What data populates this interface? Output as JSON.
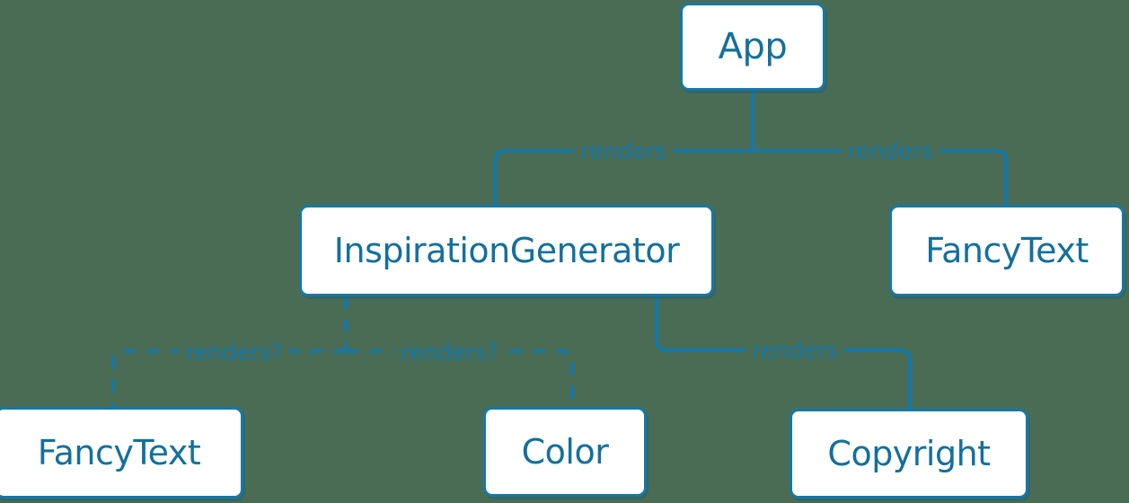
{
  "diagram": {
    "type": "component-tree",
    "background_color": "#4a6c54",
    "accent_color": "#1478a8",
    "node_fill_color": "#ffffff",
    "node_text_color": "#13709c",
    "nodes": [
      {
        "id": "app",
        "label": "App"
      },
      {
        "id": "inspgen",
        "label": "InspirationGenerator"
      },
      {
        "id": "fancy_right",
        "label": "FancyText"
      },
      {
        "id": "fancy_left",
        "label": "FancyText"
      },
      {
        "id": "color",
        "label": "Color"
      },
      {
        "id": "copyright",
        "label": "Copyright"
      }
    ],
    "edges": [
      {
        "id": "app-inspgen",
        "from": "app",
        "to": "inspgen",
        "label": "renders",
        "style": "solid"
      },
      {
        "id": "app-fancy",
        "from": "app",
        "to": "fancy_right",
        "label": "renders",
        "style": "solid"
      },
      {
        "id": "inspgen-copy",
        "from": "inspgen",
        "to": "copyright",
        "label": "renders",
        "style": "solid"
      },
      {
        "id": "inspgen-fancy",
        "from": "inspgen",
        "to": "fancy_left",
        "label": "renders?",
        "style": "dashed"
      },
      {
        "id": "inspgen-color",
        "from": "inspgen",
        "to": "color",
        "label": "renders?",
        "style": "dashed"
      }
    ]
  }
}
